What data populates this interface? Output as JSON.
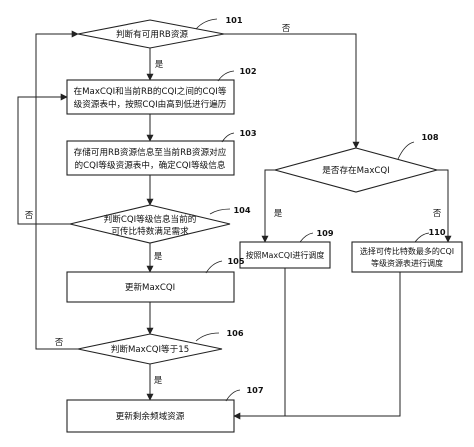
{
  "nodes": {
    "n101": {
      "ref": "101",
      "lines": [
        "判断有可用RB资源"
      ]
    },
    "n102": {
      "ref": "102",
      "lines": [
        "在MaxCQI和当前RB的CQI之间的CQI等",
        "级资源表中，按照CQI由高到低进行遍历"
      ]
    },
    "n103": {
      "ref": "103",
      "lines": [
        "存储可用RB资源信息至当前RB资源对应",
        "的CQI等级资源表中，确定CQI等级信息"
      ]
    },
    "n104": {
      "ref": "104",
      "lines": [
        "判断CQI等级信息当前的",
        "可传比特数满足需求"
      ]
    },
    "n105": {
      "ref": "105",
      "lines": [
        "更新MaxCQI"
      ]
    },
    "n106": {
      "ref": "106",
      "lines": [
        "判断MaxCQI等于15"
      ]
    },
    "n107": {
      "ref": "107",
      "lines": [
        "更新剩余频域资源"
      ]
    },
    "n108": {
      "ref": "108",
      "lines": [
        "是否存在MaxCQI"
      ]
    },
    "n109": {
      "ref": "109",
      "lines": [
        "按照MaxCQI进行调度"
      ]
    },
    "n110": {
      "ref": "110",
      "lines": [
        "选择可传比特数最多的CQI",
        "等级资源表进行调度"
      ]
    }
  },
  "branches": {
    "yes": "是",
    "no": "否"
  }
}
